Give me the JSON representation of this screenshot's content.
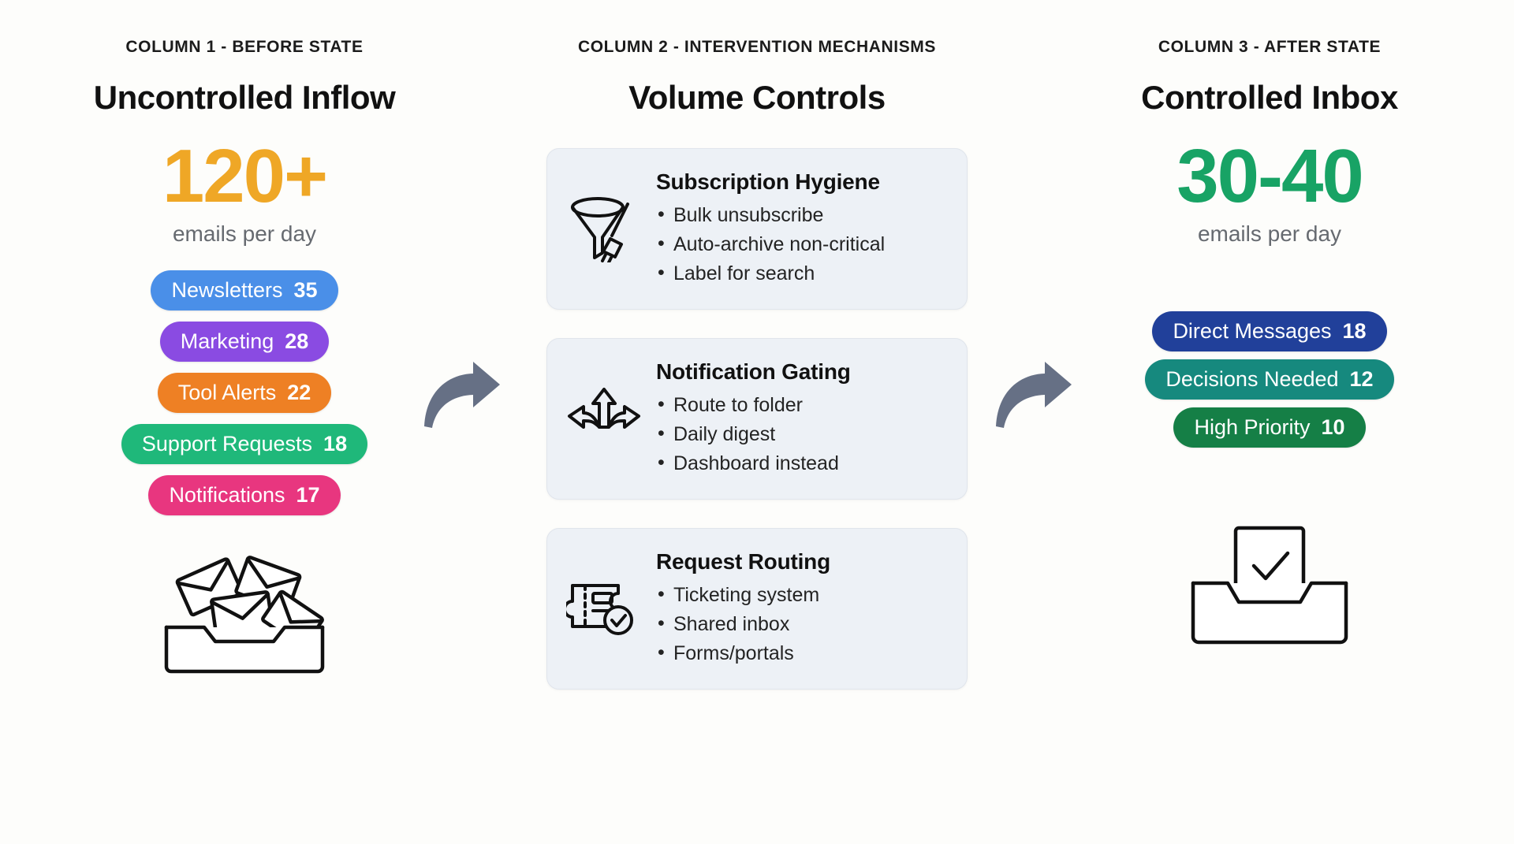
{
  "columns": {
    "before": {
      "kicker": "COLUMN 1 - BEFORE STATE",
      "headline": "Uncontrolled Inflow",
      "metric": "120+",
      "metric_color": "#EFA726",
      "metric_sub": "emails per day",
      "illustration": "messy-envelopes-inbox-icon",
      "pills": [
        {
          "label": "Newsletters",
          "value": "35",
          "color": "#4A8FE8"
        },
        {
          "label": "Marketing",
          "value": "28",
          "color": "#8A4BE2"
        },
        {
          "label": "Tool Alerts",
          "value": "22",
          "color": "#EE8024"
        },
        {
          "label": "Support Requests",
          "value": "18",
          "color": "#1FB87A"
        },
        {
          "label": "Notifications",
          "value": "17",
          "color": "#E8367F"
        }
      ]
    },
    "middle": {
      "kicker": "COLUMN 2 - INTERVENTION MECHANISMS",
      "headline": "Volume Controls",
      "cards": [
        {
          "title": "Subscription Hygiene",
          "icon": "funnel-brush-icon",
          "items": [
            "Bulk unsubscribe",
            "Auto-archive non-critical",
            "Label for search"
          ]
        },
        {
          "title": "Notification Gating",
          "icon": "route-split-arrows-icon",
          "items": [
            "Route to folder",
            "Daily digest",
            "Dashboard instead"
          ]
        },
        {
          "title": "Request Routing",
          "icon": "ticket-check-icon",
          "items": [
            "Ticketing system",
            "Shared inbox",
            "Forms/portals"
          ]
        }
      ]
    },
    "after": {
      "kicker": "COLUMN 3 - AFTER STATE",
      "headline": "Controlled Inbox",
      "metric": "30-40",
      "metric_color": "#18A365",
      "metric_sub": "emails per day",
      "illustration": "organized-inbox-check-icon",
      "pills": [
        {
          "label": "Direct Messages",
          "value": "18",
          "color": "#21409A"
        },
        {
          "label": "Decisions Needed",
          "value": "12",
          "color": "#16897E"
        },
        {
          "label": "High Priority",
          "value": "10",
          "color": "#157F46"
        }
      ]
    }
  },
  "connectors": [
    {
      "name": "arrow-before-to-middle",
      "icon": "curved-right-arrow-icon",
      "color": "#667085"
    },
    {
      "name": "arrow-middle-to-after",
      "icon": "curved-right-arrow-icon",
      "color": "#667085"
    }
  ],
  "theme": {
    "background": "#FDFDFB",
    "card_background": "#EDF1F6",
    "card_border": "#E0E5EC",
    "text_primary": "#111111",
    "text_secondary": "#666A70",
    "arrow_color": "#667085"
  }
}
